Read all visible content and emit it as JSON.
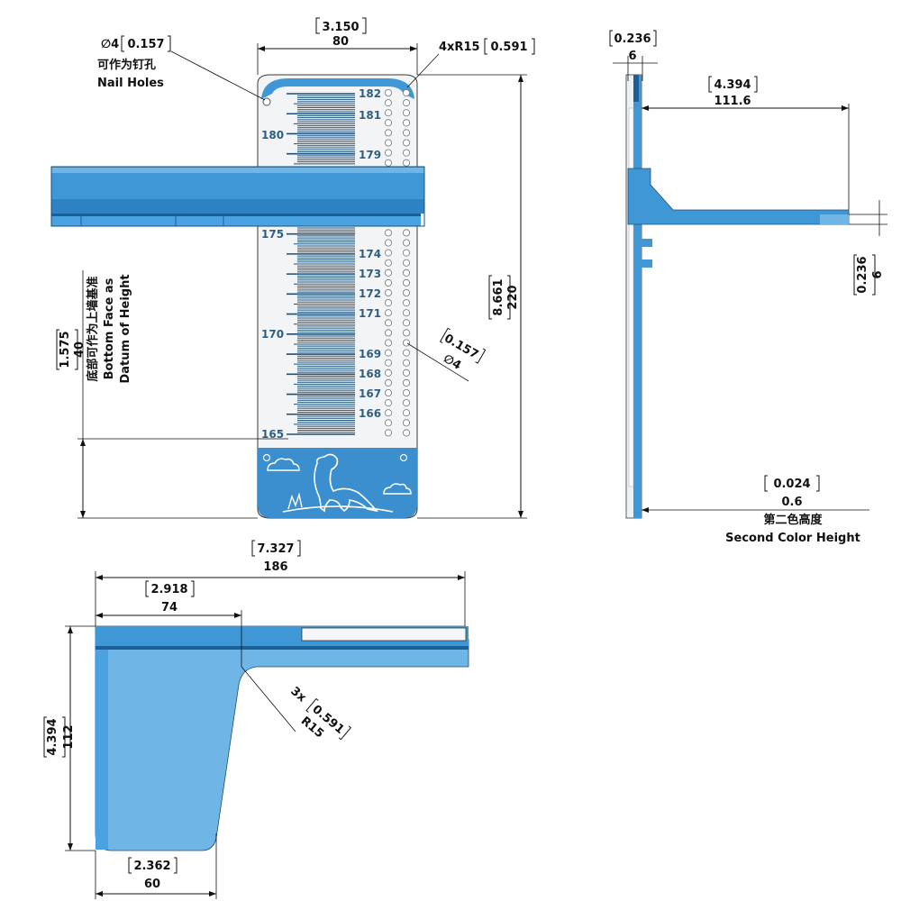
{
  "colors": {
    "blue": "#3f97d6",
    "blue_light": "#6fb6e6",
    "blue_dark": "#1d5f95",
    "panel": "#f2f4f6",
    "ink": "#111111"
  },
  "front": {
    "width_in": "3.150",
    "width_mm": "80",
    "hole_in": "0.157",
    "hole_prefix": "∅4",
    "hole_cn": "可作为钉孔",
    "hole_en": "Nail Holes",
    "corner_label": "4xR15",
    "corner_in": "0.591",
    "height_in": "8.661",
    "height_mm": "220",
    "base_in": "1.575",
    "base_mm": "40",
    "base_cn": "底部可作为上墙基准",
    "base_en1": "Bottom Face as",
    "base_en2": "Datum of Height",
    "small_hole_in": "0.157",
    "small_hole_mm": "∅4",
    "scale_right": [
      "182",
      "181",
      "179",
      "174",
      "173",
      "172",
      "171",
      "169",
      "168",
      "167",
      "166"
    ],
    "scale_left": [
      "180",
      "175",
      "170",
      "165"
    ]
  },
  "side": {
    "thick_in": "0.236",
    "thick_mm": "6",
    "reach_in": "4.394",
    "reach_mm": "111.6",
    "plate_in": "0.236",
    "plate_mm": "6",
    "color_in": "0.024",
    "color_mm": "0.6",
    "color_cn": "第二色高度",
    "color_en": "Second Color Height"
  },
  "top": {
    "length_in": "7.327",
    "length_mm": "186",
    "offset_in": "2.918",
    "offset_mm": "74",
    "depth_in": "4.394",
    "depth_mm": "112",
    "fillet_count": "3x",
    "fillet_r": "R15",
    "fillet_in": "0.591",
    "base_in": "2.362",
    "base_mm": "60"
  }
}
